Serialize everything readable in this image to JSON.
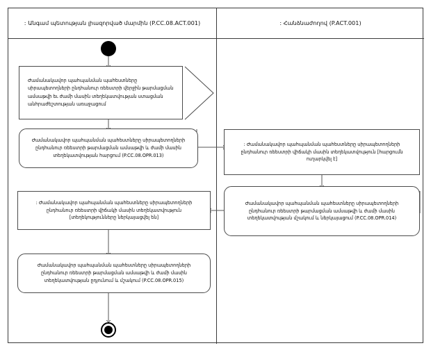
{
  "diagram": {
    "type": "uml-activity-diagram",
    "title": "",
    "lanes": [
      {
        "id": "lane-left",
        "label": ": Անգամ պետության լիազորված մարմին (P.CC.08.ACT.001)"
      },
      {
        "id": "lane-right",
        "label": ": Հանձնաժողով (P.ACT.001)"
      }
    ],
    "nodes": [
      {
        "id": "initial",
        "kind": "initial-node",
        "lane": "lane-left",
        "label": ""
      },
      {
        "id": "accept-event",
        "kind": "accept-event-action",
        "lane": "lane-left",
        "label": "Ժամանակավոր պահպանման պահեստները սիրապետողների ընդհանուր ռեեստրի վերջին թարմացման ամսաթվի եւ ժամի մասին տեղեկատվության ստացման անհրաժեշտության առաջացում"
      },
      {
        "id": "opr-013",
        "kind": "action",
        "lane": "lane-left",
        "label": "Ժամանակավոր պահպանման պահեստները սիրապետողների ընդհանուր ռեեստրի թարմացման ամսաթվի և ժամի մասին տեղեկատվության հարցում (P.CC.08.OPR.013)"
      },
      {
        "id": "obj-request-sent",
        "kind": "object-node",
        "lane": "lane-right",
        "label": ": Ժամանակավոր պահպանման պահեստները սիրապետողների ընդհանուր ռեեստրի վիճակի մասին տեղեկատվություն [հարցումն ուղարկվել է]"
      },
      {
        "id": "opr-014",
        "kind": "action",
        "lane": "lane-right",
        "label": "Ժամանակավոր պահպանման պահեստները սիրապետողների ընդհանուր ռեեստրի թարմացման ամսաթվի և ժամի մասին տեղեկատվության մշակում և ներկայացում (P.CC.08.OPR.014)"
      },
      {
        "id": "obj-info-provided",
        "kind": "object-node",
        "lane": "lane-left",
        "label": ": Ժամանակավոր պահպանման պահեստները սիրապետողների ընդհանուր ռեեստրի վիճակի մասին տեղեկատվություն [տեղեկությունները ներկայացվել են]"
      },
      {
        "id": "opr-015",
        "kind": "action",
        "lane": "lane-left",
        "label": "Ժամանակավոր պահպանման պահեստները սիրապետողների ընդհանուր ռեեստրի թարմացման ամսաթվի և ժամի մասին տեղեկատվության ըդյունում և մշակում (P.CC.08.OPR.015)"
      },
      {
        "id": "final",
        "kind": "activity-final-node",
        "lane": "lane-left",
        "label": ""
      }
    ],
    "edges": [
      {
        "from": "initial",
        "to": "accept-event"
      },
      {
        "from": "accept-event",
        "to": "opr-013"
      },
      {
        "from": "opr-013",
        "to": "obj-request-sent"
      },
      {
        "from": "obj-request-sent",
        "to": "opr-014"
      },
      {
        "from": "opr-014",
        "to": "obj-info-provided"
      },
      {
        "from": "obj-info-provided",
        "to": "opr-015"
      },
      {
        "from": "opr-015",
        "to": "final"
      }
    ]
  },
  "colors": {
    "frame_stroke": "#3a3a3a",
    "node_stroke": "#4a4a4a",
    "edge_stroke": "#555555",
    "node_fill": "#ffffff",
    "text": "#0c0c0c",
    "background": "#ffffff"
  }
}
